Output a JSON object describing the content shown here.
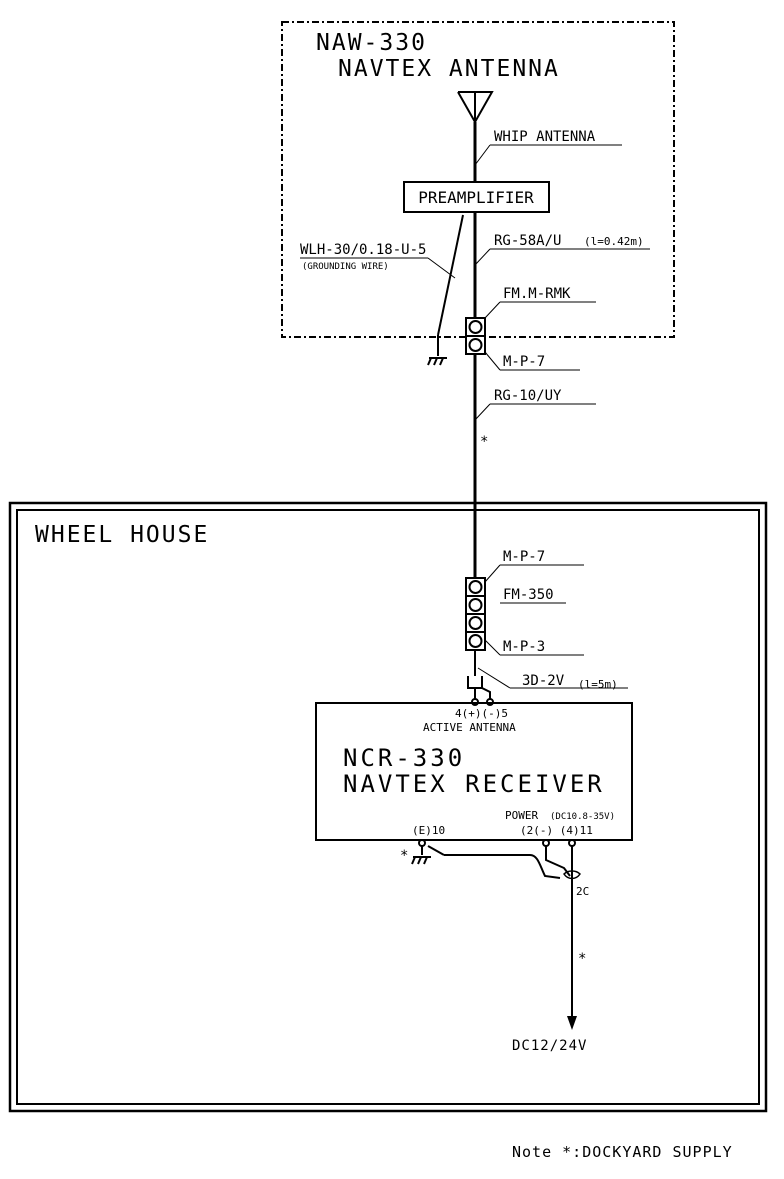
{
  "antenna_unit": {
    "model": "NAW-330",
    "name": "NAVTEX ANTENNA",
    "whip_label": "WHIP ANTENNA",
    "preamp_label": "PREAMPLIFIER",
    "cable_top": "RG-58A/U",
    "cable_top_note": "(l=0.42m)",
    "ground_wire": "WLH-30/0.18-U-5",
    "ground_wire_note": "(GROUNDING WIRE)",
    "connector_fm": "FM.M-RMK",
    "connector_mp_top": "M-P-7"
  },
  "link": {
    "cable": "RG-10/UY",
    "supply_mark_top": "*"
  },
  "wheel_house": {
    "title": "WHEEL HOUSE",
    "connector_mp7": "M-P-7",
    "connector_fm350": "FM-350",
    "connector_mp3": "M-P-3",
    "cable_3d": "3D-2V",
    "cable_3d_note": "(l=5m)"
  },
  "receiver": {
    "terminals": "4(+)(-)5",
    "active_antenna": "ACTIVE ANTENNA",
    "model": "NCR-330",
    "name": "NAVTEX RECEIVER",
    "power_label": "POWER",
    "power_note": "(DC10.8-35V)",
    "power_terminals": "(2(-) (4)11",
    "earth_terminal": "(E)10",
    "ground_mark": "*",
    "cable_2c": "2C",
    "supply_mark_bottom": "*",
    "dc_supply": "DC12/24V"
  },
  "note": "Note *:DOCKYARD SUPPLY"
}
